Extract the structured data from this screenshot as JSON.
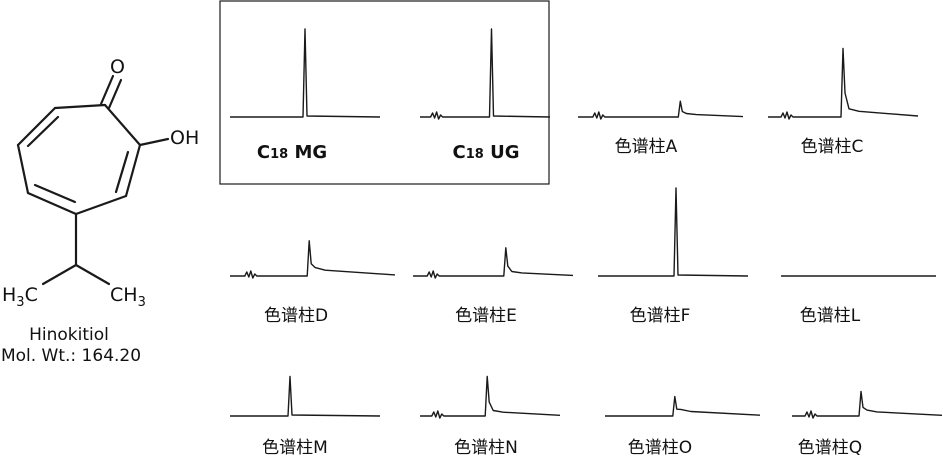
{
  "molecule": {
    "atoms": {
      "carbonyl_o": "O",
      "hydroxyl": "OH",
      "methyl_left_main": "H",
      "methyl_left_sub": "3",
      "methyl_left_tail": "C",
      "methyl_right_head": "CH",
      "methyl_right_sub": "3"
    },
    "name": "Hinokitiol",
    "mol_wt": "Mol. Wt.: 164.20"
  },
  "highlighted_columns": [
    "C18 MG",
    "C18 UG"
  ],
  "chromatograms": [
    {
      "id": "mg",
      "label_main": "C",
      "label_sub": "18",
      "label_rest": " MG",
      "bold": true,
      "peak_rt": 0.5,
      "peak_height": 1.0,
      "tailing": 0.05,
      "early_noise": false
    },
    {
      "id": "ug",
      "label_main": "C",
      "label_sub": "18",
      "label_rest": " UG",
      "bold": true,
      "peak_rt": 0.55,
      "peak_height": 1.0,
      "tailing": 0.04,
      "early_noise": true
    },
    {
      "id": "a",
      "label_main": "色谱柱A",
      "bold": false,
      "peak_rt": 0.62,
      "peak_height": 0.18,
      "tailing": 0.55,
      "early_noise": true
    },
    {
      "id": "c",
      "label_main": "色谱柱C",
      "bold": false,
      "peak_rt": 0.5,
      "peak_height": 0.78,
      "tailing": 0.3,
      "early_noise": true
    },
    {
      "id": "d",
      "label_main": "色谱柱D",
      "bold": false,
      "peak_rt": 0.48,
      "peak_height": 0.4,
      "tailing": 0.6,
      "early_noise": true
    },
    {
      "id": "e",
      "label_main": "色谱柱E",
      "bold": false,
      "peak_rt": 0.58,
      "peak_height": 0.32,
      "tailing": 0.4,
      "early_noise": true
    },
    {
      "id": "f",
      "label_main": "色谱柱F",
      "bold": false,
      "peak_rt": 0.52,
      "peak_height": 1.0,
      "tailing": 0.05,
      "early_noise": false
    },
    {
      "id": "l",
      "label_main": "色谱柱L",
      "bold": false,
      "peak_rt": 0.5,
      "peak_height": 0.0,
      "tailing": 0.0,
      "early_noise": false
    },
    {
      "id": "m",
      "label_main": "色谱柱M",
      "bold": false,
      "peak_rt": 0.4,
      "peak_height": 0.45,
      "tailing": 0.1,
      "early_noise": false
    },
    {
      "id": "n",
      "label_main": "色谱柱N",
      "bold": false,
      "peak_rt": 0.48,
      "peak_height": 0.45,
      "tailing": 0.35,
      "early_noise": true
    },
    {
      "id": "o",
      "label_main": "色谱柱O",
      "bold": false,
      "peak_rt": 0.45,
      "peak_height": 0.22,
      "tailing": 0.85,
      "early_noise": false
    },
    {
      "id": "q",
      "label_main": "色谱柱Q",
      "bold": false,
      "peak_rt": 0.46,
      "peak_height": 0.28,
      "tailing": 0.6,
      "early_noise": true
    }
  ]
}
